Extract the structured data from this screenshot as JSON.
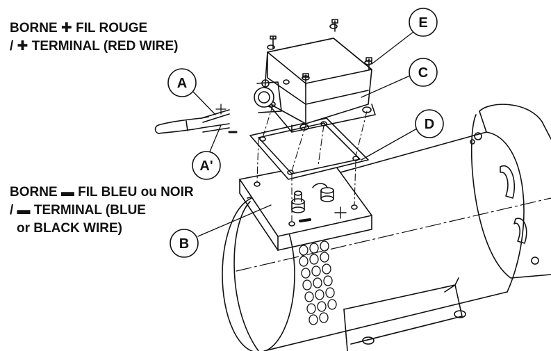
{
  "labels": {
    "positive_line1": "BORNE ✚ FIL ROUGE",
    "positive_line2": "/ ✚ TERMINAL (RED WIRE)",
    "negative_line1": "BORNE ▬ FIL BLEU ou NOIR",
    "negative_line2": "/ ▬ TERMINAL (BLUE",
    "negative_line3": "or BLACK WIRE)"
  },
  "callouts": {
    "A": "A",
    "A_prime": "A'",
    "B": "B",
    "C": "C",
    "D": "D",
    "E": "E"
  },
  "wire_signs": {
    "plus": "+",
    "minus": "–"
  },
  "terminal_signs": {
    "plus": "+",
    "minus": "–"
  }
}
